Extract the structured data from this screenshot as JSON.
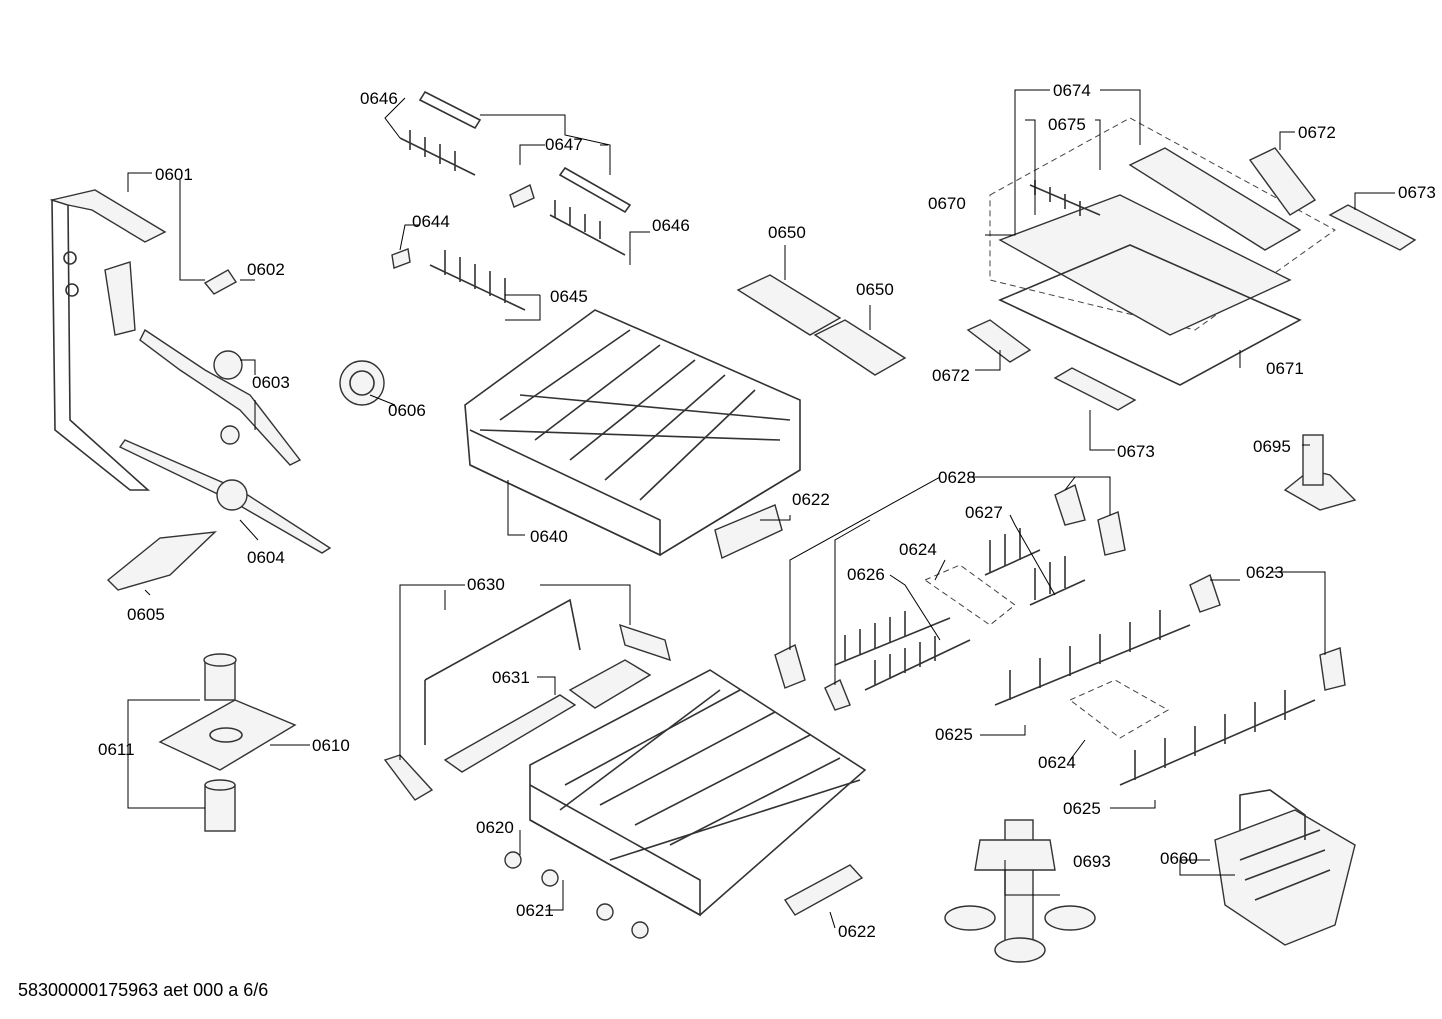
{
  "footer": "58300000175963 aet 000 a 6/6",
  "labels": {
    "p0601": "0601",
    "p0602": "0602",
    "p0603": "0603",
    "p0604": "0604",
    "p0605": "0605",
    "p0606": "0606",
    "p0610": "0610",
    "p0611": "0611",
    "p0620": "0620",
    "p0621": "0621",
    "p0622a": "0622",
    "p0622b": "0622",
    "p0623": "0623",
    "p0624a": "0624",
    "p0624b": "0624",
    "p0625a": "0625",
    "p0625b": "0625",
    "p0626": "0626",
    "p0627": "0627",
    "p0628": "0628",
    "p0630": "0630",
    "p0631": "0631",
    "p0640": "0640",
    "p0644": "0644",
    "p0645": "0645",
    "p0646a": "0646",
    "p0646b": "0646",
    "p0647": "0647",
    "p0650a": "0650",
    "p0650b": "0650",
    "p0660": "0660",
    "p0670": "0670",
    "p0671": "0671",
    "p0672a": "0672",
    "p0672b": "0672",
    "p0673a": "0673",
    "p0673b": "0673",
    "p0674": "0674",
    "p0675": "0675",
    "p0693": "0693",
    "p0695": "0695"
  }
}
